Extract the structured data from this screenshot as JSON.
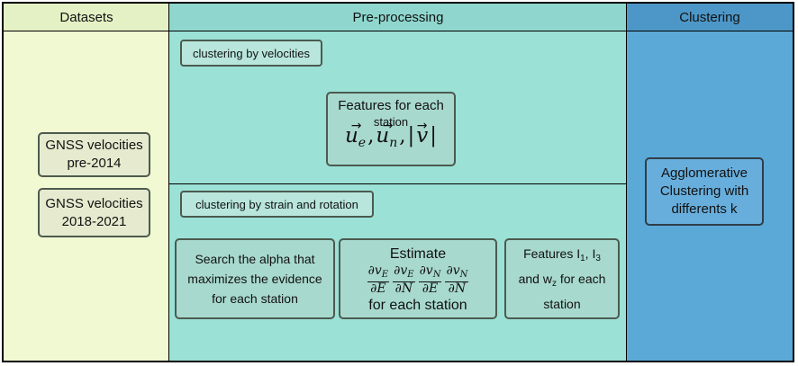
{
  "headers": {
    "datasets": "Datasets",
    "preprocessing": "Pre-processing",
    "clustering": "Clustering"
  },
  "datasets": {
    "items": [
      {
        "line1": "GNSS velocities",
        "line2": "pre-2014"
      },
      {
        "line1": "GNSS velocities",
        "line2": "2018-2021"
      }
    ]
  },
  "preprocessing": {
    "velocities": {
      "tag": "clustering by velocities",
      "features_line1": "Features for each",
      "features_line2": "station",
      "math": {
        "u": "u",
        "e": "e",
        "n": "n",
        "v": "v",
        "arrow": "→",
        "comma": ",",
        "bar": "|"
      }
    },
    "strain": {
      "tag": "clustering by strain and rotation",
      "search": {
        "line1": "Search the alpha that",
        "line2": "maximizes the evidence",
        "line3": "for each station"
      },
      "estimate": {
        "title": "Estimate",
        "fracs": [
          {
            "num_sym": "∂v",
            "num_sub": "E",
            "den_sym": "∂E"
          },
          {
            "num_sym": "∂v",
            "num_sub": "E",
            "den_sym": "∂N"
          },
          {
            "num_sym": "∂v",
            "num_sub": "N",
            "den_sym": "∂E"
          },
          {
            "num_sym": "∂v",
            "num_sub": "N",
            "den_sym": "∂N"
          }
        ],
        "footer": "for each station"
      },
      "features": {
        "line1_pre": "Features I",
        "sub1": "1",
        "line1_mid": ", I",
        "sub3": "3",
        "line2_pre": "and w",
        "subz": "z",
        "line2_post": " for each",
        "line3": "station"
      }
    }
  },
  "clustering": {
    "line1": "Agglomerative",
    "line2": "Clustering with",
    "line3": "differents k"
  },
  "colors": {
    "datasets_bg": "#f1f9d2",
    "preprocessing_bg": "#9be1d6",
    "clustering_bg": "#5ba9d7"
  }
}
